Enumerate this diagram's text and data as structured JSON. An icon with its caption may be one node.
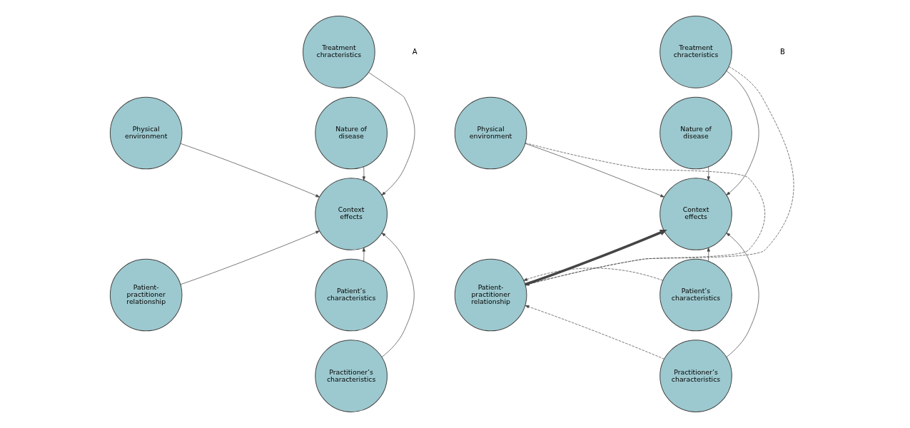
{
  "diagram": {
    "nodes": [
      {
        "text": [
          "Treatment chracteristics"
        ]
      },
      {
        "text": [
          "Physical environment"
        ]
      },
      {
        "text": [
          "Nature of disease"
        ]
      },
      {
        "text": [
          "Context effects"
        ]
      },
      {
        "text": [
          "Patient-practitioner relationship"
        ]
      },
      {
        "text": [
          "Patient’s characteristics"
        ]
      },
      {
        "text": [
          "Practitioner’s characteristics"
        ]
      },
      {
        "text": [
          "Treatment chracteristics"
        ]
      },
      {
        "text": [
          "Physical environment"
        ]
      },
      {
        "text": [
          "Nature of disease"
        ]
      },
      {
        "text": [
          "Context effects"
        ]
      },
      {
        "text": [
          "Patient-practitioner relationship"
        ]
      },
      {
        "text": [
          "Patient’s characteristics"
        ]
      },
      {
        "text": [
          "Practitioner’s characteristics"
        ]
      }
    ],
    "edges": [
      {
        "from": 0,
        "to": 3,
        "arrow": "to"
      },
      {
        "from": 1,
        "to": 3,
        "arrow": "to"
      },
      {
        "from": 2,
        "to": 3,
        "arrow": "to"
      },
      {
        "from": 4,
        "to": 3,
        "arrow": "to"
      },
      {
        "from": 5,
        "to": 3,
        "arrow": "to"
      },
      {
        "from": 6,
        "to": 3,
        "arrow": "to"
      },
      {
        "from": 7,
        "to": 11,
        "arrow": "to",
        "style": "dashed"
      },
      {
        "from": 8,
        "to": 11,
        "arrow": "to",
        "style": "dashed"
      },
      {
        "from": 7,
        "to": 10,
        "arrow": "to"
      },
      {
        "from": 8,
        "to": 10,
        "arrow": "to"
      },
      {
        "from": 9,
        "to": 10,
        "arrow": "to"
      },
      {
        "from": 11,
        "to": 10,
        "arrow": "to",
        "style": "thick"
      },
      {
        "from": 12,
        "to": 10,
        "arrow": "to"
      },
      {
        "from": 13,
        "to": 10,
        "arrow": "to"
      },
      {
        "from": 13,
        "to": 11,
        "arrow": "to",
        "style": "dashed"
      },
      {
        "from": 12,
        "to": 11,
        "arrow": "to",
        "style": "dashed"
      }
    ],
    "labels": [
      "A",
      "B"
    ]
  }
}
